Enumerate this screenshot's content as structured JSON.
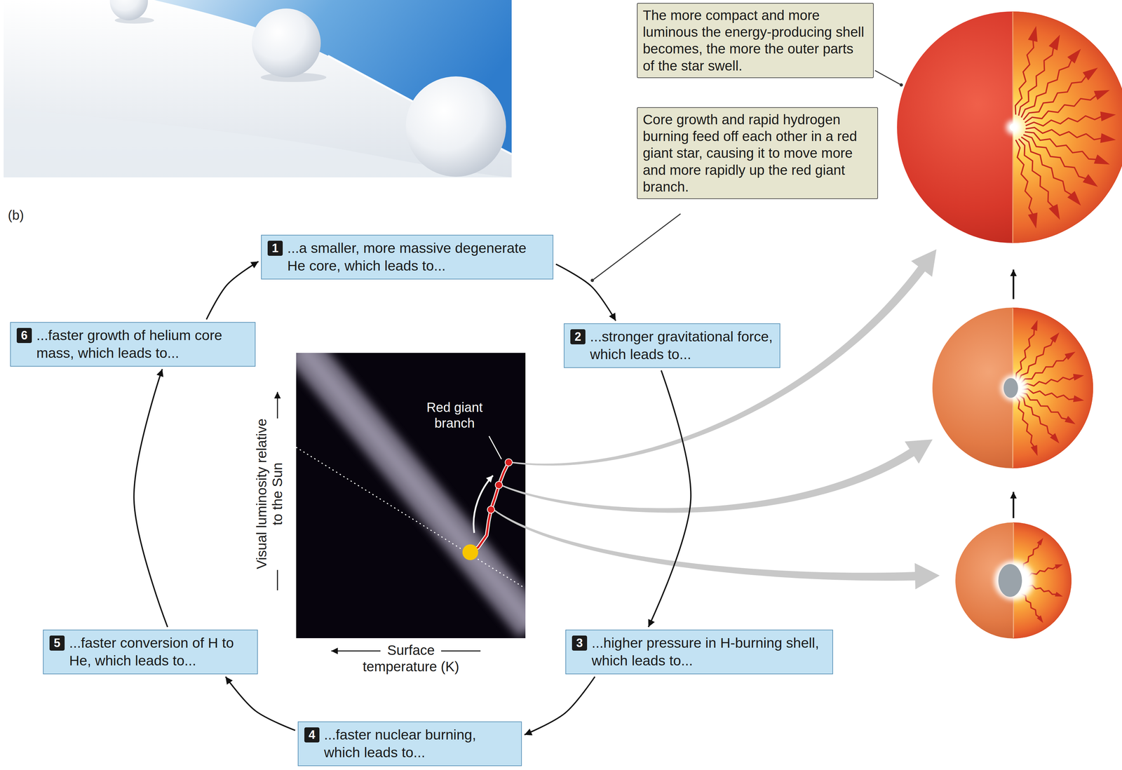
{
  "diagram": {
    "nodes": [
      {
        "text": [
          "The more compact and more luminous the energy-producing shell becomes, the more the outer parts of the star swell."
        ]
      },
      {
        "text": [
          "Core growth and rapid hydrogen burning feed off each other in a red giant star, causing it to move more and more rapidly up the red giant branch."
        ]
      },
      {
        "text": [
          "1",
          "...a smaller, more massive degenerate He core, which leads to..."
        ]
      },
      {
        "text": [
          "2",
          "...stronger gravitational force, which leads to..."
        ]
      },
      {
        "text": [
          "3",
          "...higher pressure in H-burning shell, which leads to..."
        ]
      },
      {
        "text": [
          "4",
          "...faster nuclear burning, which leads to..."
        ]
      },
      {
        "text": [
          "5",
          "...faster conversion of H to He, which leads to..."
        ]
      },
      {
        "text": [
          "6",
          "...faster growth of helium core mass, which leads to..."
        ]
      }
    ],
    "edges": [
      {
        "from": 2,
        "to": 3,
        "arrow": "to"
      },
      {
        "from": 3,
        "to": 4,
        "arrow": "to"
      },
      {
        "from": 4,
        "to": 5,
        "arrow": "to"
      },
      {
        "from": 5,
        "to": 6,
        "arrow": "to"
      },
      {
        "from": 6,
        "to": 7,
        "arrow": "to"
      },
      {
        "from": 7,
        "to": 2,
        "arrow": "to"
      }
    ],
    "labels": [
      "(b)",
      "Red giant branch",
      "Visual luminosity relative to the Sun",
      "Surface temperature (K)"
    ]
  }
}
